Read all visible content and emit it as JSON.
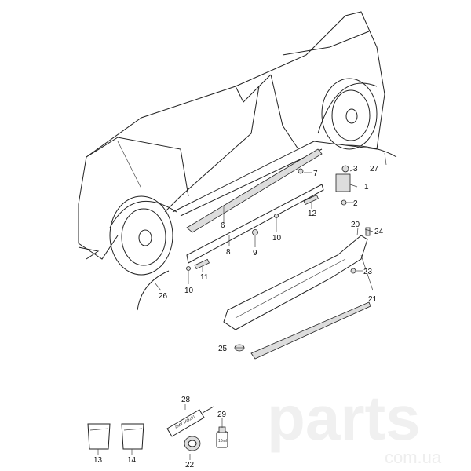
{
  "watermark": {
    "main": "parts",
    "sub": "com.ua"
  },
  "callouts": {
    "c1": "1",
    "c2": "2",
    "c3": "3",
    "c6": "6",
    "c7": "7",
    "c8": "8",
    "c9": "9",
    "c10a": "10",
    "c10b": "10",
    "c11": "11",
    "c12": "12",
    "c13": "13",
    "c14": "14",
    "c20": "20",
    "c21": "21",
    "c22": "22",
    "c23": "23",
    "c24": "24",
    "c25": "25",
    "c26": "26",
    "c27": "27",
    "c28": "28",
    "c29": "29"
  },
  "part_text": {
    "tube": "AMV 169201",
    "bottle": "10ml"
  }
}
